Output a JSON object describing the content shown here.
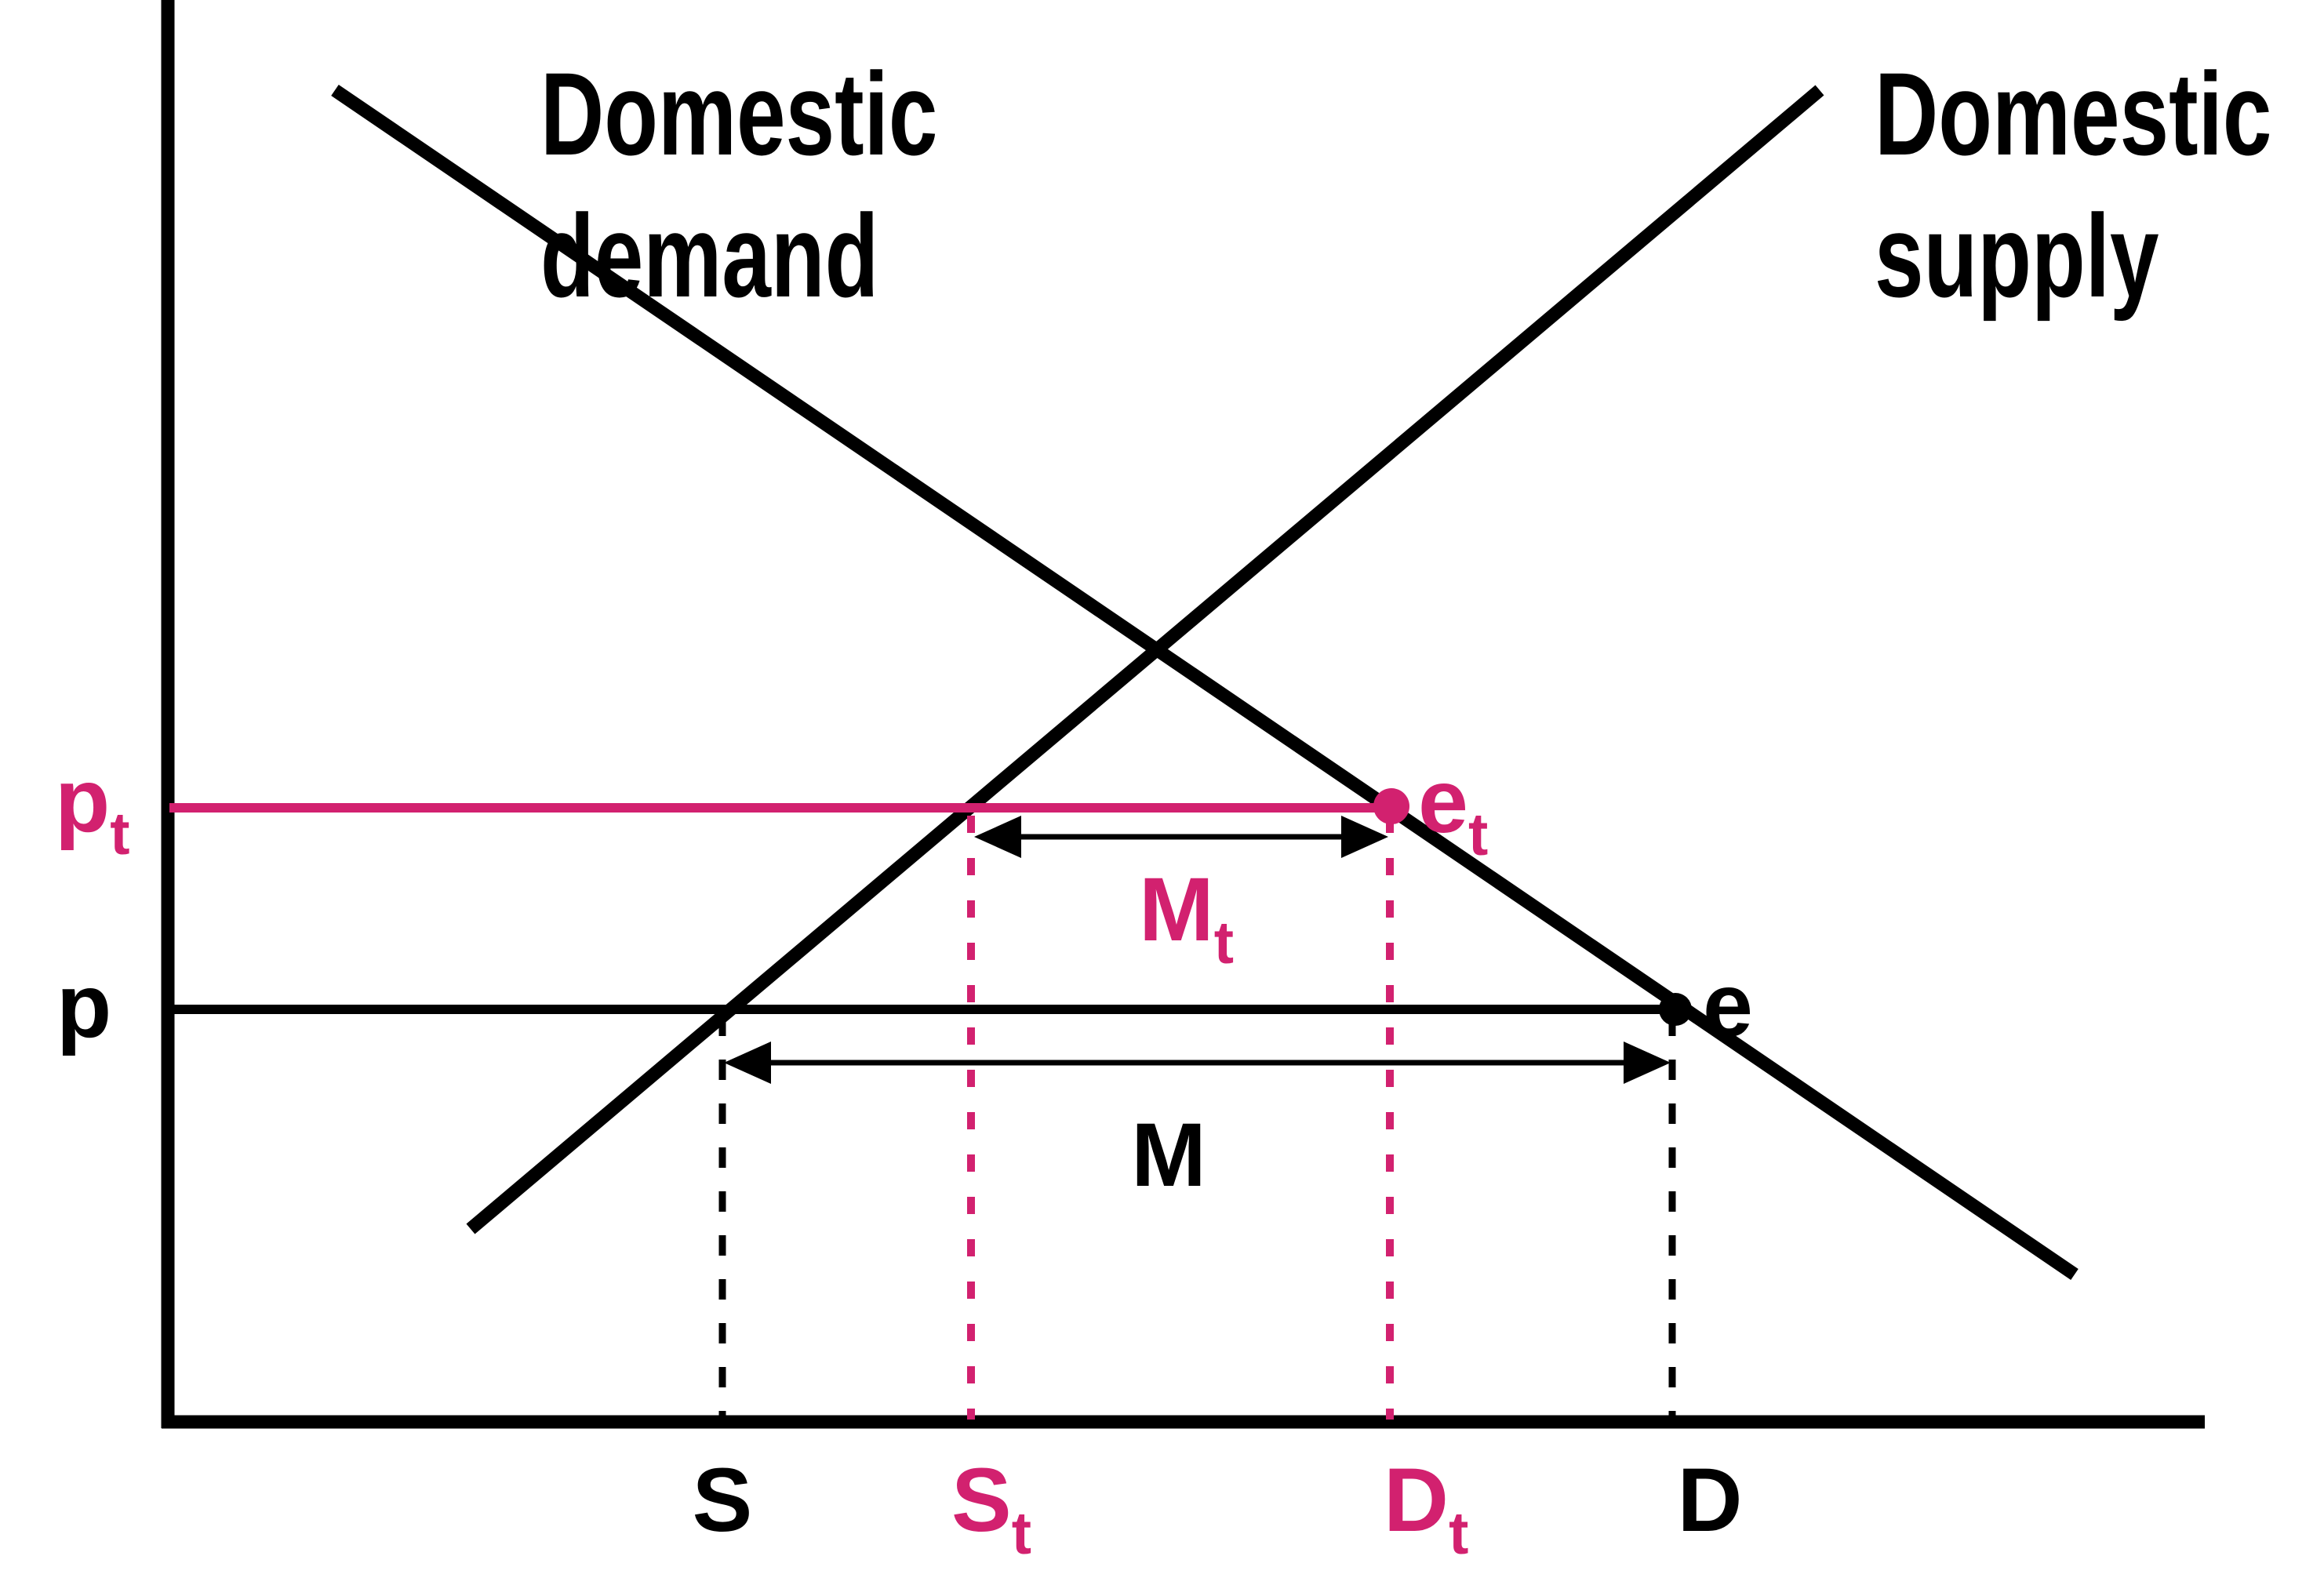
{
  "diagram": {
    "curve_titles": {
      "demand": {
        "line1": "Domestic",
        "line2": "demand"
      },
      "supply": {
        "line1": "Domestic",
        "line2": "supply"
      }
    },
    "price_labels": {
      "tariff_price": {
        "base": "p",
        "sub": "t"
      },
      "world_price": {
        "base": "p",
        "sub": ""
      }
    },
    "equilibrium_points": {
      "tariff_point": {
        "base": "e",
        "sub": "t"
      },
      "free_trade_point": {
        "base": "e",
        "sub": ""
      }
    },
    "import_quantities": {
      "imports_with_tariff": {
        "base": "M",
        "sub": "t"
      },
      "imports_free_trade": {
        "base": "M",
        "sub": ""
      }
    },
    "quantity_labels": {
      "supply_qty_free_trade": {
        "base": "S",
        "sub": ""
      },
      "supply_qty_tariff": {
        "base": "S",
        "sub": "t"
      },
      "demand_qty_tariff": {
        "base": "D",
        "sub": "t"
      },
      "demand_qty_free_trade": {
        "base": "D",
        "sub": ""
      }
    },
    "colors": {
      "line_black": "#000000",
      "accent_pink": "#d2216f",
      "background": "#ffffff"
    }
  }
}
